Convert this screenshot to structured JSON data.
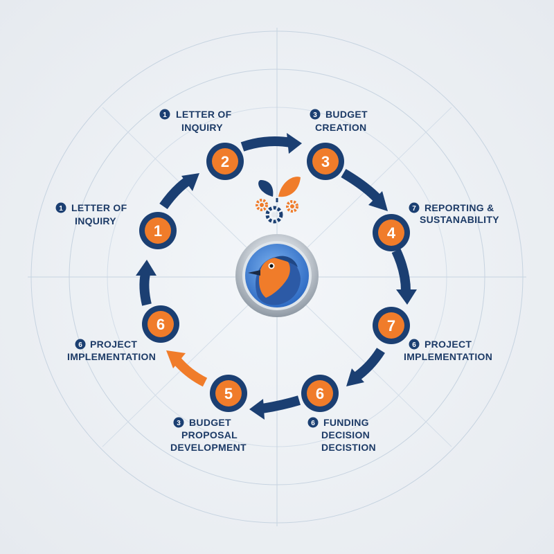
{
  "colors": {
    "navy": "#1b3f72",
    "orange": "#f07c2a",
    "label": "#1c3a66",
    "grid": "#c6d3e0"
  },
  "center": {
    "icon": "robin-bird-emblem",
    "top_icon": "leaf-gears-icon"
  },
  "steps": [
    {
      "id": "s2a",
      "number": "2"
    },
    {
      "id": "s3a",
      "number": "3"
    },
    {
      "id": "s4",
      "number": "4"
    },
    {
      "id": "s7",
      "number": "7"
    },
    {
      "id": "s6a",
      "number": "6"
    },
    {
      "id": "s5",
      "number": "5"
    },
    {
      "id": "s6b",
      "number": "6"
    },
    {
      "id": "s1",
      "number": "1"
    }
  ],
  "labels": [
    {
      "id": "l1",
      "badge": "1",
      "lines": [
        "LETTER OF",
        "INQUIRY"
      ]
    },
    {
      "id": "l2",
      "badge": "3",
      "lines": [
        "BUDGET",
        "CREATION"
      ]
    },
    {
      "id": "l3",
      "badge": "1",
      "lines": [
        "LETTER OF",
        "INQUIRY"
      ]
    },
    {
      "id": "l4",
      "badge": "7",
      "lines": [
        "REPORTING &",
        "SUSTANABILITY"
      ]
    },
    {
      "id": "l5",
      "badge": "6",
      "lines": [
        "PROJECT",
        "IMPLEMENTATION"
      ]
    },
    {
      "id": "l6",
      "badge": "6",
      "lines": [
        "PROJECT",
        "IMPLEMENTATION"
      ]
    },
    {
      "id": "l7",
      "badge": "3",
      "lines": [
        "BUDGET",
        "PROPOSAL",
        "DEVELOPMENT"
      ]
    },
    {
      "id": "l8",
      "badge": "6",
      "lines": [
        "FUNDING",
        "DECISION",
        "DECISTION"
      ]
    }
  ]
}
